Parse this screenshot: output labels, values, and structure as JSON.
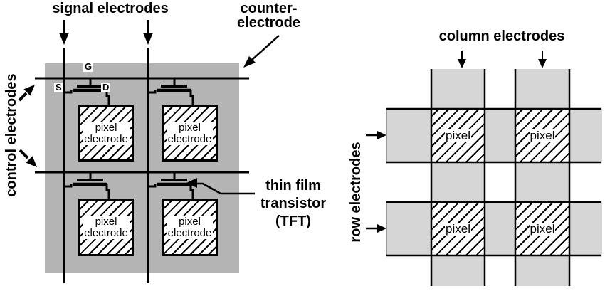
{
  "left_diagram": {
    "signal_electrodes_label": "signal electrodes",
    "counter_electrode_label": [
      "counter-",
      "electrode"
    ],
    "control_electrodes_label": "control electrodes",
    "tft_label": [
      "thin film",
      "transistor",
      "(TFT)"
    ],
    "terminals": {
      "gate": "G",
      "source": "S",
      "drain": "D"
    },
    "pixel_cell_label": [
      "pixel",
      "electrode"
    ],
    "substrate_color": "#b4b4b4"
  },
  "right_diagram": {
    "column_electrodes_label": "column electrodes",
    "row_electrodes_label": "row electrodes",
    "pixel_cell_label": "pixel",
    "electrode_color": "#d6d6d6"
  }
}
